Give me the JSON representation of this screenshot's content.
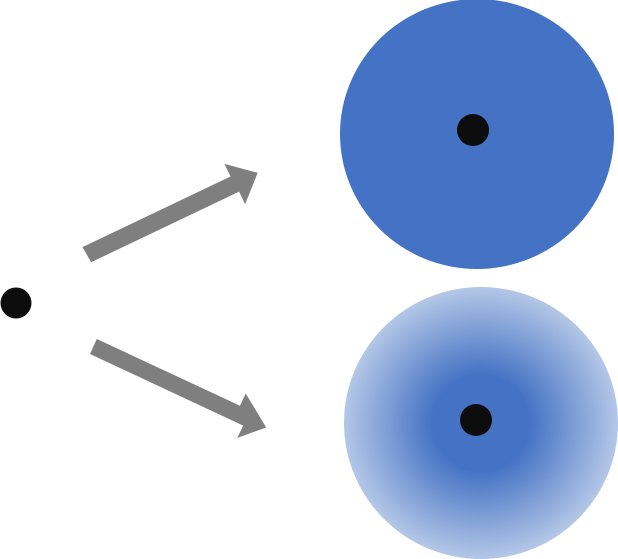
{
  "diagram": {
    "colors": {
      "background": "#ffffff",
      "point": "#0d0d0d",
      "arrow": "#7f7f7f",
      "solid_disc": "#4472c4",
      "gradient_center": "#4472c4",
      "gradient_edge": "#b4c7e7"
    },
    "elements": [
      "source-point",
      "arrow-up-right",
      "arrow-down-right",
      "solid-blue-disc",
      "gradient-blue-disc"
    ]
  }
}
